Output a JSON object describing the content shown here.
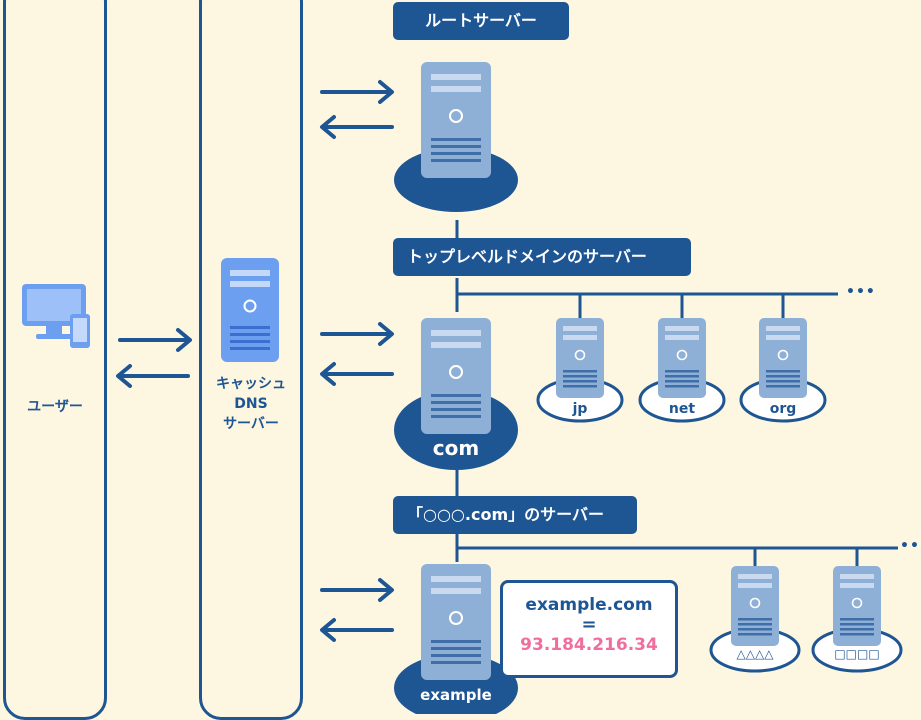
{
  "user": {
    "label": "ユーザー",
    "device_icon": "computer-and-smartphone-icon"
  },
  "cache_dns": {
    "label_line1": "キャッシュ",
    "label_line2": "DNS",
    "label_line3": "サーバー"
  },
  "root": {
    "title": "ルートサーバー"
  },
  "tld": {
    "title": "トップレベルドメインのサーバー",
    "domains": [
      "com",
      "jp",
      "net",
      "org"
    ],
    "more": "•••"
  },
  "authoritative": {
    "title": "「○○○.com」のサーバー",
    "domains": [
      "example",
      "△△△△",
      "□□□□"
    ],
    "more": "•••"
  },
  "result": {
    "domain": "example.com",
    "equals": "=",
    "ip": "93.184.216.34"
  },
  "colors": {
    "navy": "#1e5593",
    "server": "#8fb0d6",
    "highlight_server": "#6d9ff0",
    "ip": "#ef6e9e",
    "background": "#fdf6e0"
  }
}
